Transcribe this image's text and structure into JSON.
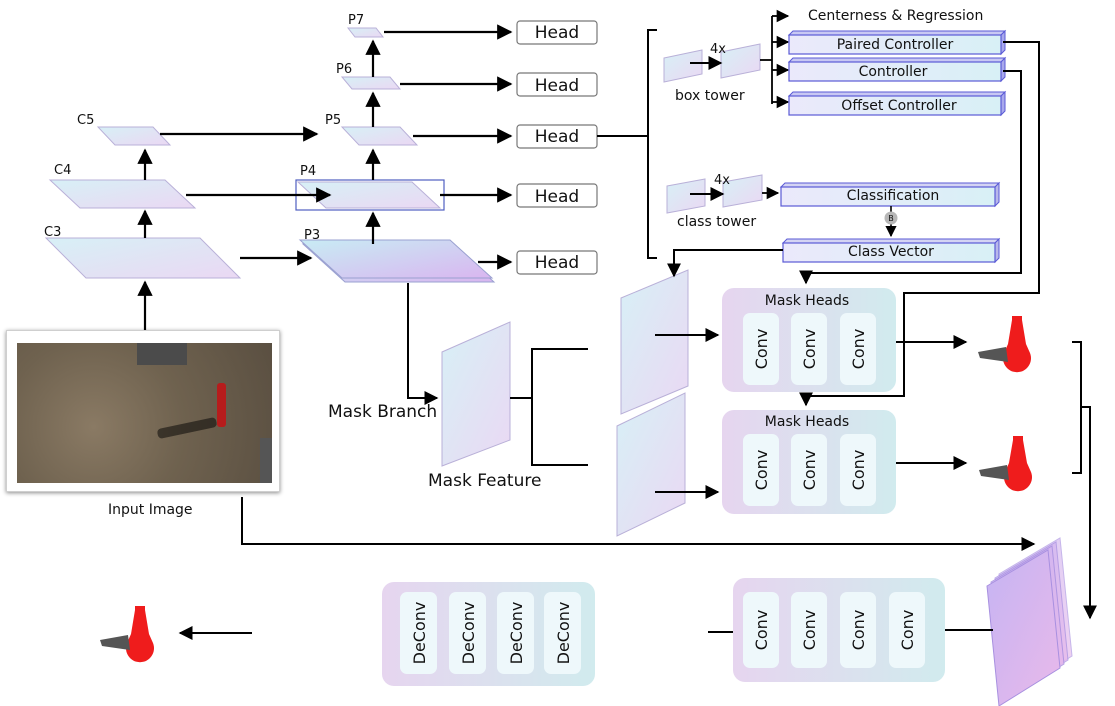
{
  "backbone": {
    "c3": "C3",
    "c4": "C4",
    "c5": "C5"
  },
  "fpn": {
    "p3": "P3",
    "p4": "P4",
    "p5": "P5",
    "p6": "P6",
    "p7": "P7"
  },
  "head_label": "Head",
  "input_label": "Input Image",
  "box_tower": {
    "label": "box tower",
    "repeat": "4x"
  },
  "class_tower": {
    "label": "class tower",
    "repeat": "4x"
  },
  "centerness": "Centerness & Regression",
  "paired_controller": "Paired Controller",
  "controller": "Controller",
  "offset_controller": "Offset Controller",
  "classification": "Classification",
  "b_badge": "B",
  "class_vector": "Class Vector",
  "mask_heads_label": "Mask Heads",
  "conv_label": "Conv",
  "deconv_label": "DeConv",
  "mask_branch": "Mask Branch",
  "mask_feature": "Mask Feature",
  "colors": {
    "box_stroke": "#5a5ad6",
    "panel_pink": "#e6d6ef",
    "panel_teal": "#d3ebee",
    "cone_red": "#ef1c1c"
  }
}
